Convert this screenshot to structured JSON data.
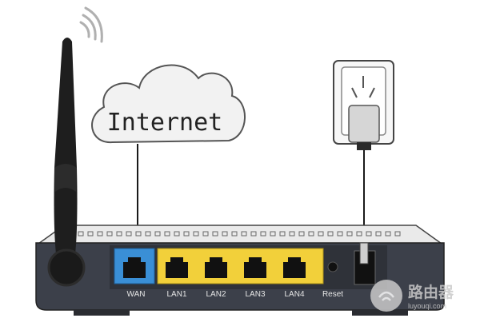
{
  "cloud": {
    "label": "Internet"
  },
  "router": {
    "ports": [
      {
        "label": "WAN",
        "color": "#3a8fd6"
      },
      {
        "label": "LAN1",
        "color": "#f2d03a"
      },
      {
        "label": "LAN2",
        "color": "#f2d03a"
      },
      {
        "label": "LAN3",
        "color": "#f2d03a"
      },
      {
        "label": "LAN4",
        "color": "#f2d03a"
      }
    ],
    "reset_label": "Reset"
  },
  "watermark": {
    "title": "路由器",
    "subtitle": "luyouqi.com"
  },
  "colors": {
    "router_body": "#3c404a",
    "router_top": "#eaeaea",
    "antenna": "#1e1e1e",
    "cable": "#1a1a1a"
  }
}
